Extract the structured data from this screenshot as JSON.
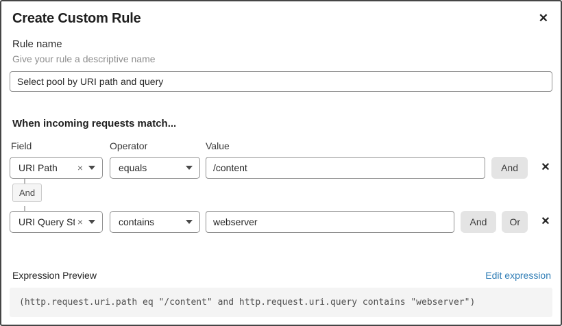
{
  "dialog": {
    "title": "Create Custom Rule",
    "close_glyph": "✕"
  },
  "rule_name": {
    "label": "Rule name",
    "helper": "Give your rule a descriptive name",
    "value": "Select pool by URI path and query"
  },
  "match": {
    "heading": "When incoming requests match...",
    "columns": {
      "field": "Field",
      "operator": "Operator",
      "value": "Value"
    },
    "connector_label": "And",
    "rows": [
      {
        "field": "URI Path",
        "operator": "equals",
        "value": "/content",
        "buttons": [
          "And"
        ],
        "clear_glyph": "×",
        "delete_glyph": "✕"
      },
      {
        "field": "URI Query St...",
        "operator": "contains",
        "value": "webserver",
        "buttons": [
          "And",
          "Or"
        ],
        "clear_glyph": "×",
        "delete_glyph": "✕"
      }
    ]
  },
  "preview": {
    "label": "Expression Preview",
    "edit_link": "Edit expression",
    "expression": "(http.request.uri.path eq \"/content\" and http.request.uri.query contains \"webserver\")"
  },
  "colors": {
    "link_blue": "#2e7cb5",
    "button_gray": "#e4e4e4",
    "input_border": "#8f8f8f",
    "dialog_border": "#454545",
    "code_bg": "#f4f4f4",
    "helper_gray": "#8e8e8e"
  }
}
